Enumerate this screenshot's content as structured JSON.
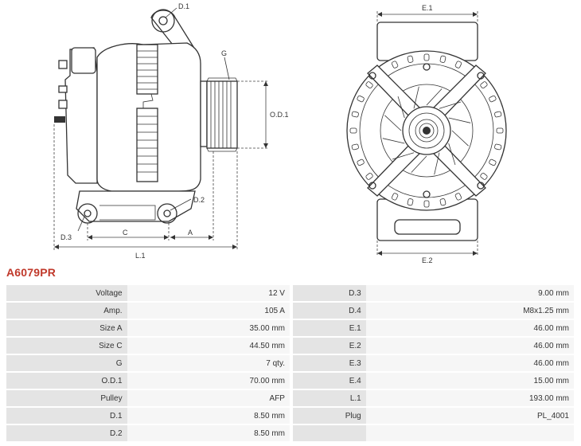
{
  "product": {
    "code": "A6079PR"
  },
  "diagram_labels": {
    "d1": "D.1",
    "d2": "D.2",
    "d3": "D.3",
    "g": "G",
    "od1": "O.D.1",
    "c": "C",
    "a": "A",
    "l1": "L.1",
    "e1": "E.1",
    "e2": "E.2"
  },
  "specs": {
    "rows": [
      {
        "label": "Voltage",
        "value": "12 V",
        "label2": "D.3",
        "value2": "9.00 mm"
      },
      {
        "label": "Amp.",
        "value": "105 A",
        "label2": "D.4",
        "value2": "M8x1.25 mm"
      },
      {
        "label": "Size A",
        "value": "35.00 mm",
        "label2": "E.1",
        "value2": "46.00 mm"
      },
      {
        "label": "Size C",
        "value": "44.50 mm",
        "label2": "E.2",
        "value2": "46.00 mm"
      },
      {
        "label": "G",
        "value": "7 qty.",
        "label2": "E.3",
        "value2": "46.00 mm"
      },
      {
        "label": "O.D.1",
        "value": "70.00 mm",
        "label2": "E.4",
        "value2": "15.00 mm"
      },
      {
        "label": "Pulley",
        "value": "AFP",
        "label2": "L.1",
        "value2": "193.00 mm"
      },
      {
        "label": "D.1",
        "value": "8.50 mm",
        "label2": "Plug",
        "value2": "PL_4001"
      },
      {
        "label": "D.2",
        "value": "8.50 mm",
        "label2": "",
        "value2": ""
      }
    ]
  }
}
